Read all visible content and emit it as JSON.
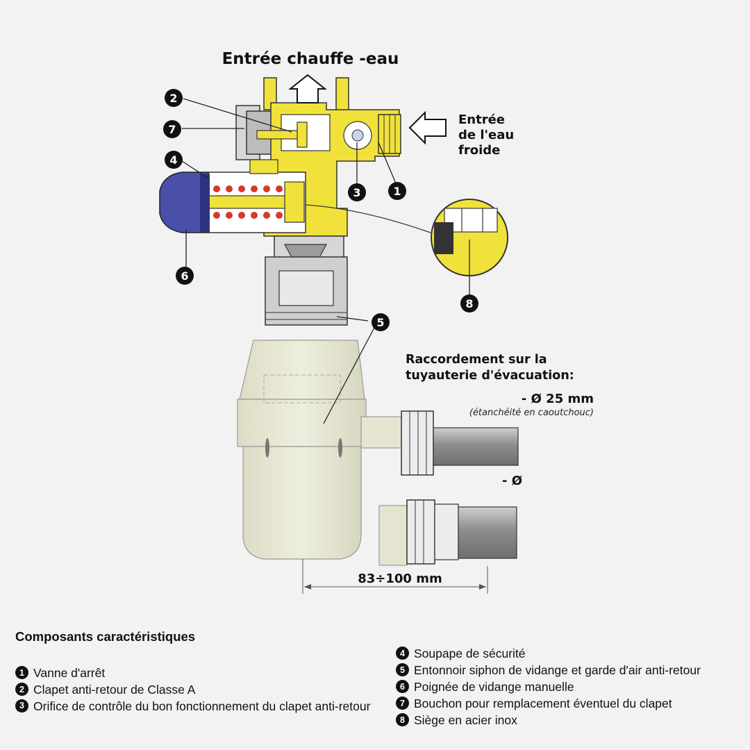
{
  "diagram": {
    "inlet_heater": "Entrée chauffe -eau",
    "cold_inlet": [
      "Entrée",
      "de l'eau",
      "froide"
    ],
    "connection_title": [
      "Raccordement sur la",
      "tuyauterie d'évacuation:"
    ],
    "dia_25": "- Ø 25 mm",
    "seal_note": "(étanchéité en caoutchouc)",
    "dia_other": "- Ø",
    "dimension": "83÷100 mm",
    "callouts": [
      "1",
      "2",
      "3",
      "4",
      "5",
      "6",
      "7",
      "8"
    ]
  },
  "legend": {
    "title": "Composants caractéristiques",
    "left": [
      {
        "num": "1",
        "text": "Vanne d'arrêt"
      },
      {
        "num": "2",
        "text": "Clapet anti-retour de Classe A"
      },
      {
        "num": "3",
        "text": "Orifice de contrôle du bon fonctionnement du clapet anti-retour"
      }
    ],
    "right": [
      {
        "num": "4",
        "text": "Soupape de sécurité"
      },
      {
        "num": "5",
        "text": "Entonnoir siphon de vidange et garde d'air anti-retour"
      },
      {
        "num": "6",
        "text": "Poignée de vidange manuelle"
      },
      {
        "num": "7",
        "text": "Bouchon pour remplacement éventuel du clapet"
      },
      {
        "num": "8",
        "text": "Siège en acier inox"
      }
    ]
  },
  "colors": {
    "brass": "#f0e23a",
    "handle_blue": "#4a4fa8",
    "spring_red": "#d43a2a",
    "siphon": "#e6e6d2",
    "pipe_grey": "#9a9a9a"
  }
}
